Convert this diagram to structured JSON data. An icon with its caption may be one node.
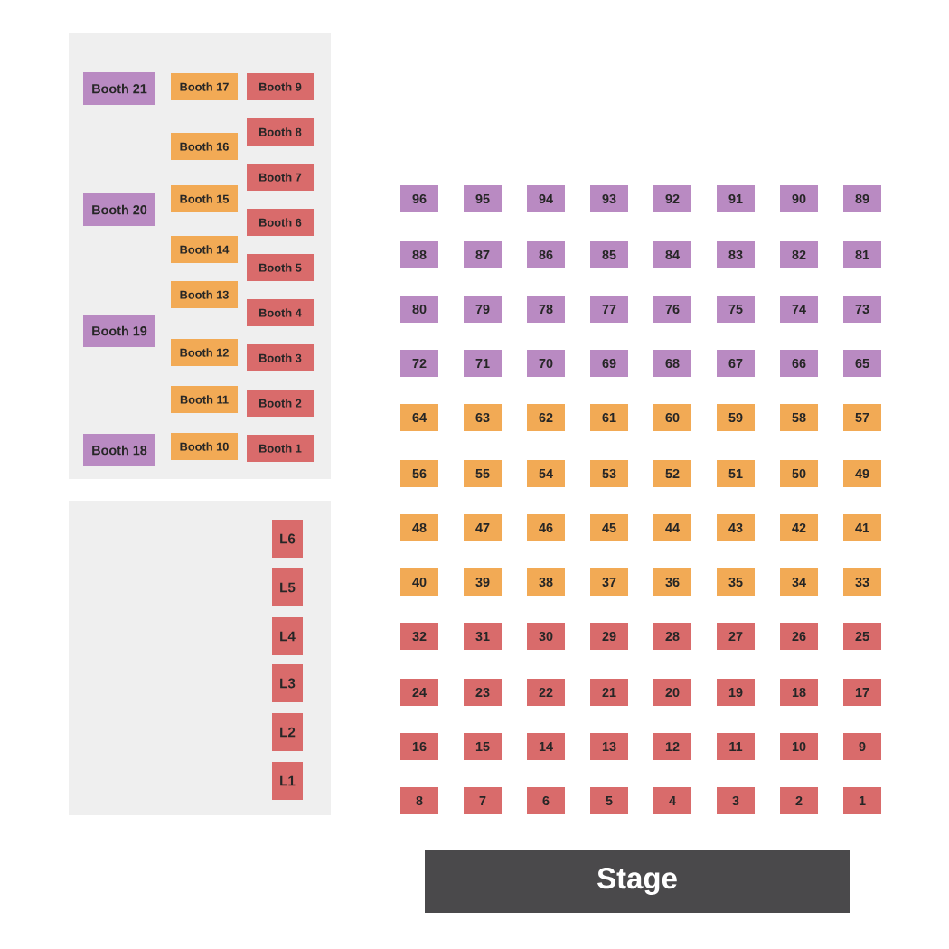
{
  "diagram": {
    "nodes": [
      {
        "text": [],
        "shape": "box"
      },
      {
        "text": [
          "Booth 21"
        ],
        "in": 0
      },
      {
        "text": [
          "Booth 20"
        ],
        "in": 0
      },
      {
        "text": [
          "Booth 19"
        ],
        "in": 0
      },
      {
        "text": [
          "Booth 18"
        ],
        "in": 0
      },
      {
        "text": [
          "Booth 17"
        ],
        "in": 0
      },
      {
        "text": [
          "Booth 16"
        ],
        "in": 0
      },
      {
        "text": [
          "Booth 15"
        ],
        "in": 0
      },
      {
        "text": [
          "Booth 14"
        ],
        "in": 0
      },
      {
        "text": [
          "Booth 13"
        ],
        "in": 0
      },
      {
        "text": [
          "Booth 12"
        ],
        "in": 0
      },
      {
        "text": [
          "Booth 11"
        ],
        "in": 0
      },
      {
        "text": [
          "Booth 10"
        ],
        "in": 0
      },
      {
        "text": [
          "Booth 9"
        ],
        "in": 0
      },
      {
        "text": [
          "Booth 8"
        ],
        "in": 0
      },
      {
        "text": [
          "Booth 7"
        ],
        "in": 0
      },
      {
        "text": [
          "Booth 6"
        ],
        "in": 0
      },
      {
        "text": [
          "Booth 5"
        ],
        "in": 0
      },
      {
        "text": [
          "Booth 4"
        ],
        "in": 0
      },
      {
        "text": [
          "Booth 3"
        ],
        "in": 0
      },
      {
        "text": [
          "Booth 2"
        ],
        "in": 0
      },
      {
        "text": [
          "Booth 1"
        ],
        "in": 0
      },
      {
        "text": [],
        "shape": "box"
      },
      {
        "text": [
          "L6"
        ],
        "in": 22
      },
      {
        "text": [
          "L5"
        ],
        "in": 22
      },
      {
        "text": [
          "L4"
        ],
        "in": 22
      },
      {
        "text": [
          "L3"
        ],
        "in": 22
      },
      {
        "text": [
          "L2"
        ],
        "in": 22
      },
      {
        "text": [
          "L1"
        ],
        "in": 22
      },
      {
        "text": [
          "96"
        ]
      },
      {
        "text": [
          "95"
        ]
      },
      {
        "text": [
          "94"
        ]
      },
      {
        "text": [
          "93"
        ]
      },
      {
        "text": [
          "92"
        ]
      },
      {
        "text": [
          "91"
        ]
      },
      {
        "text": [
          "90"
        ]
      },
      {
        "text": [
          "89"
        ]
      },
      {
        "text": [
          "88"
        ]
      },
      {
        "text": [
          "87"
        ]
      },
      {
        "text": [
          "86"
        ]
      },
      {
        "text": [
          "85"
        ]
      },
      {
        "text": [
          "84"
        ]
      },
      {
        "text": [
          "83"
        ]
      },
      {
        "text": [
          "82"
        ]
      },
      {
        "text": [
          "81"
        ]
      },
      {
        "text": [
          "80"
        ]
      },
      {
        "text": [
          "79"
        ]
      },
      {
        "text": [
          "78"
        ]
      },
      {
        "text": [
          "77"
        ]
      },
      {
        "text": [
          "76"
        ]
      },
      {
        "text": [
          "75"
        ]
      },
      {
        "text": [
          "74"
        ]
      },
      {
        "text": [
          "73"
        ]
      },
      {
        "text": [
          "72"
        ]
      },
      {
        "text": [
          "71"
        ]
      },
      {
        "text": [
          "70"
        ]
      },
      {
        "text": [
          "69"
        ]
      },
      {
        "text": [
          "68"
        ]
      },
      {
        "text": [
          "67"
        ]
      },
      {
        "text": [
          "66"
        ]
      },
      {
        "text": [
          "65"
        ]
      },
      {
        "text": [
          "64"
        ]
      },
      {
        "text": [
          "63"
        ]
      },
      {
        "text": [
          "62"
        ]
      },
      {
        "text": [
          "61"
        ]
      },
      {
        "text": [
          "60"
        ]
      },
      {
        "text": [
          "59"
        ]
      },
      {
        "text": [
          "58"
        ]
      },
      {
        "text": [
          "57"
        ]
      },
      {
        "text": [
          "56"
        ]
      },
      {
        "text": [
          "55"
        ]
      },
      {
        "text": [
          "54"
        ]
      },
      {
        "text": [
          "53"
        ]
      },
      {
        "text": [
          "52"
        ]
      },
      {
        "text": [
          "51"
        ]
      },
      {
        "text": [
          "50"
        ]
      },
      {
        "text": [
          "49"
        ]
      },
      {
        "text": [
          "48"
        ]
      },
      {
        "text": [
          "47"
        ]
      },
      {
        "text": [
          "46"
        ]
      },
      {
        "text": [
          "45"
        ]
      },
      {
        "text": [
          "44"
        ]
      },
      {
        "text": [
          "43"
        ]
      },
      {
        "text": [
          "42"
        ]
      },
      {
        "text": [
          "41"
        ]
      },
      {
        "text": [
          "40"
        ]
      },
      {
        "text": [
          "39"
        ]
      },
      {
        "text": [
          "38"
        ]
      },
      {
        "text": [
          "37"
        ]
      },
      {
        "text": [
          "36"
        ]
      },
      {
        "text": [
          "35"
        ]
      },
      {
        "text": [
          "34"
        ]
      },
      {
        "text": [
          "33"
        ]
      },
      {
        "text": [
          "32"
        ]
      },
      {
        "text": [
          "31"
        ]
      },
      {
        "text": [
          "30"
        ]
      },
      {
        "text": [
          "29"
        ]
      },
      {
        "text": [
          "28"
        ]
      },
      {
        "text": [
          "27"
        ]
      },
      {
        "text": [
          "26"
        ]
      },
      {
        "text": [
          "25"
        ]
      },
      {
        "text": [
          "24"
        ]
      },
      {
        "text": [
          "23"
        ]
      },
      {
        "text": [
          "22"
        ]
      },
      {
        "text": [
          "21"
        ]
      },
      {
        "text": [
          "20"
        ]
      },
      {
        "text": [
          "19"
        ]
      },
      {
        "text": [
          "18"
        ]
      },
      {
        "text": [
          "17"
        ]
      },
      {
        "text": [
          "16"
        ]
      },
      {
        "text": [
          "15"
        ]
      },
      {
        "text": [
          "14"
        ]
      },
      {
        "text": [
          "13"
        ]
      },
      {
        "text": [
          "12"
        ]
      },
      {
        "text": [
          "11"
        ]
      },
      {
        "text": [
          "10"
        ]
      },
      {
        "text": [
          "9"
        ]
      },
      {
        "text": [
          "8"
        ]
      },
      {
        "text": [
          "7"
        ]
      },
      {
        "text": [
          "6"
        ]
      },
      {
        "text": [
          "5"
        ]
      },
      {
        "text": [
          "4"
        ]
      },
      {
        "text": [
          "3"
        ]
      },
      {
        "text": [
          "2"
        ]
      },
      {
        "text": [
          "1"
        ]
      },
      {
        "text": [
          "Stage"
        ]
      }
    ]
  }
}
